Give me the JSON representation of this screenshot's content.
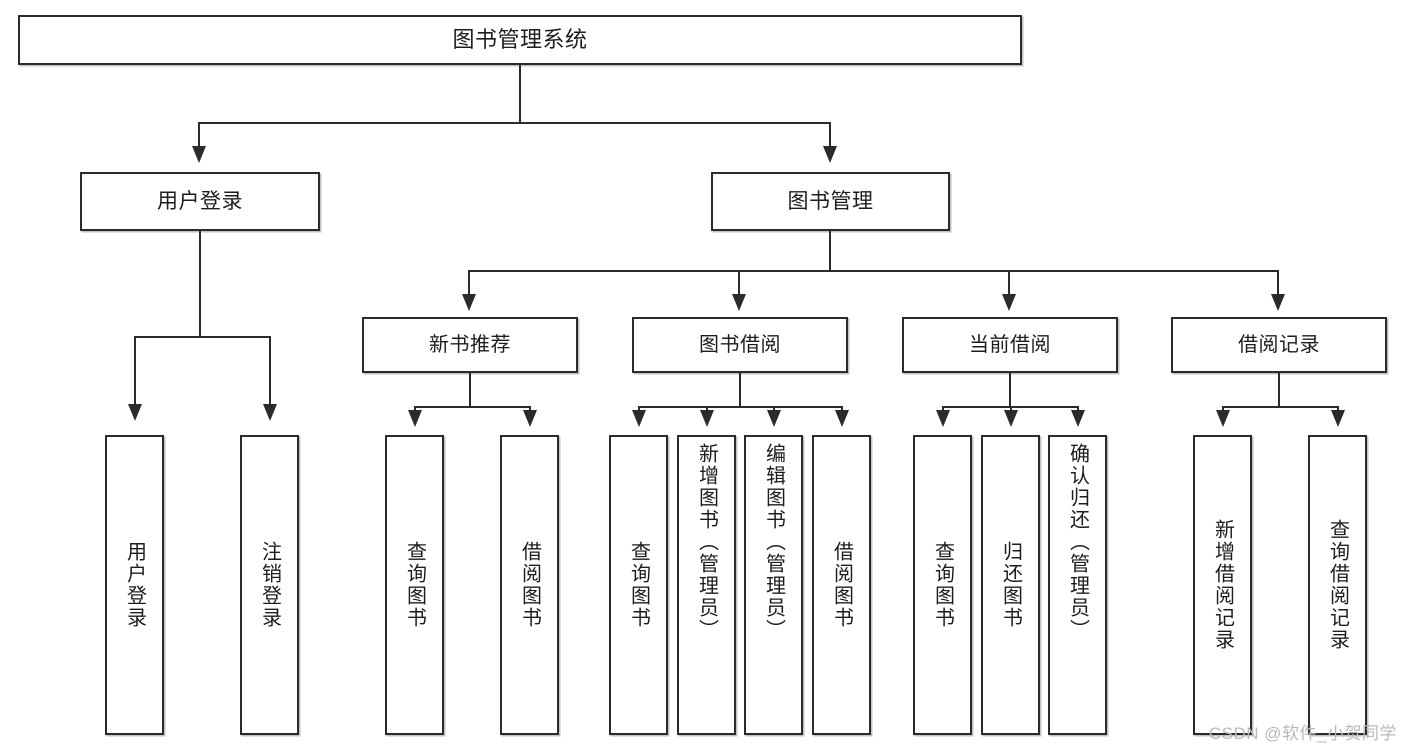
{
  "diagram": {
    "type": "tree-hierarchy",
    "title": "图书管理系统",
    "root": {
      "label": "图书管理系统"
    },
    "level1": [
      {
        "label": "用户登录"
      },
      {
        "label": "图书管理"
      }
    ],
    "level2": [
      {
        "label": "新书推荐"
      },
      {
        "label": "图书借阅"
      },
      {
        "label": "当前借阅"
      },
      {
        "label": "借阅记录"
      }
    ],
    "leaves": {
      "user_login": [
        {
          "label": "用户登录"
        },
        {
          "label": "注销登录"
        }
      ],
      "new_book_recommend": [
        {
          "label": "查询图书"
        },
        {
          "label": "借阅图书"
        }
      ],
      "book_borrow": [
        {
          "label": "查询图书"
        },
        {
          "label": "新增图书（管理员）"
        },
        {
          "label": "编辑图书（管理员）"
        },
        {
          "label": "借阅图书"
        }
      ],
      "current_borrow": [
        {
          "label": "查询图书"
        },
        {
          "label": "归还图书"
        },
        {
          "label": "确认归还（管理员）"
        }
      ],
      "borrow_record": [
        {
          "label": "新增借阅记录"
        },
        {
          "label": "查询借阅记录"
        }
      ]
    }
  },
  "watermark": {
    "text": "CSDN @软件_小贺同学"
  },
  "colors": {
    "stroke": "#2b2b2b",
    "fill": "#ffffff",
    "text": "#1d1d1d",
    "watermark": "#b9b9b9"
  }
}
